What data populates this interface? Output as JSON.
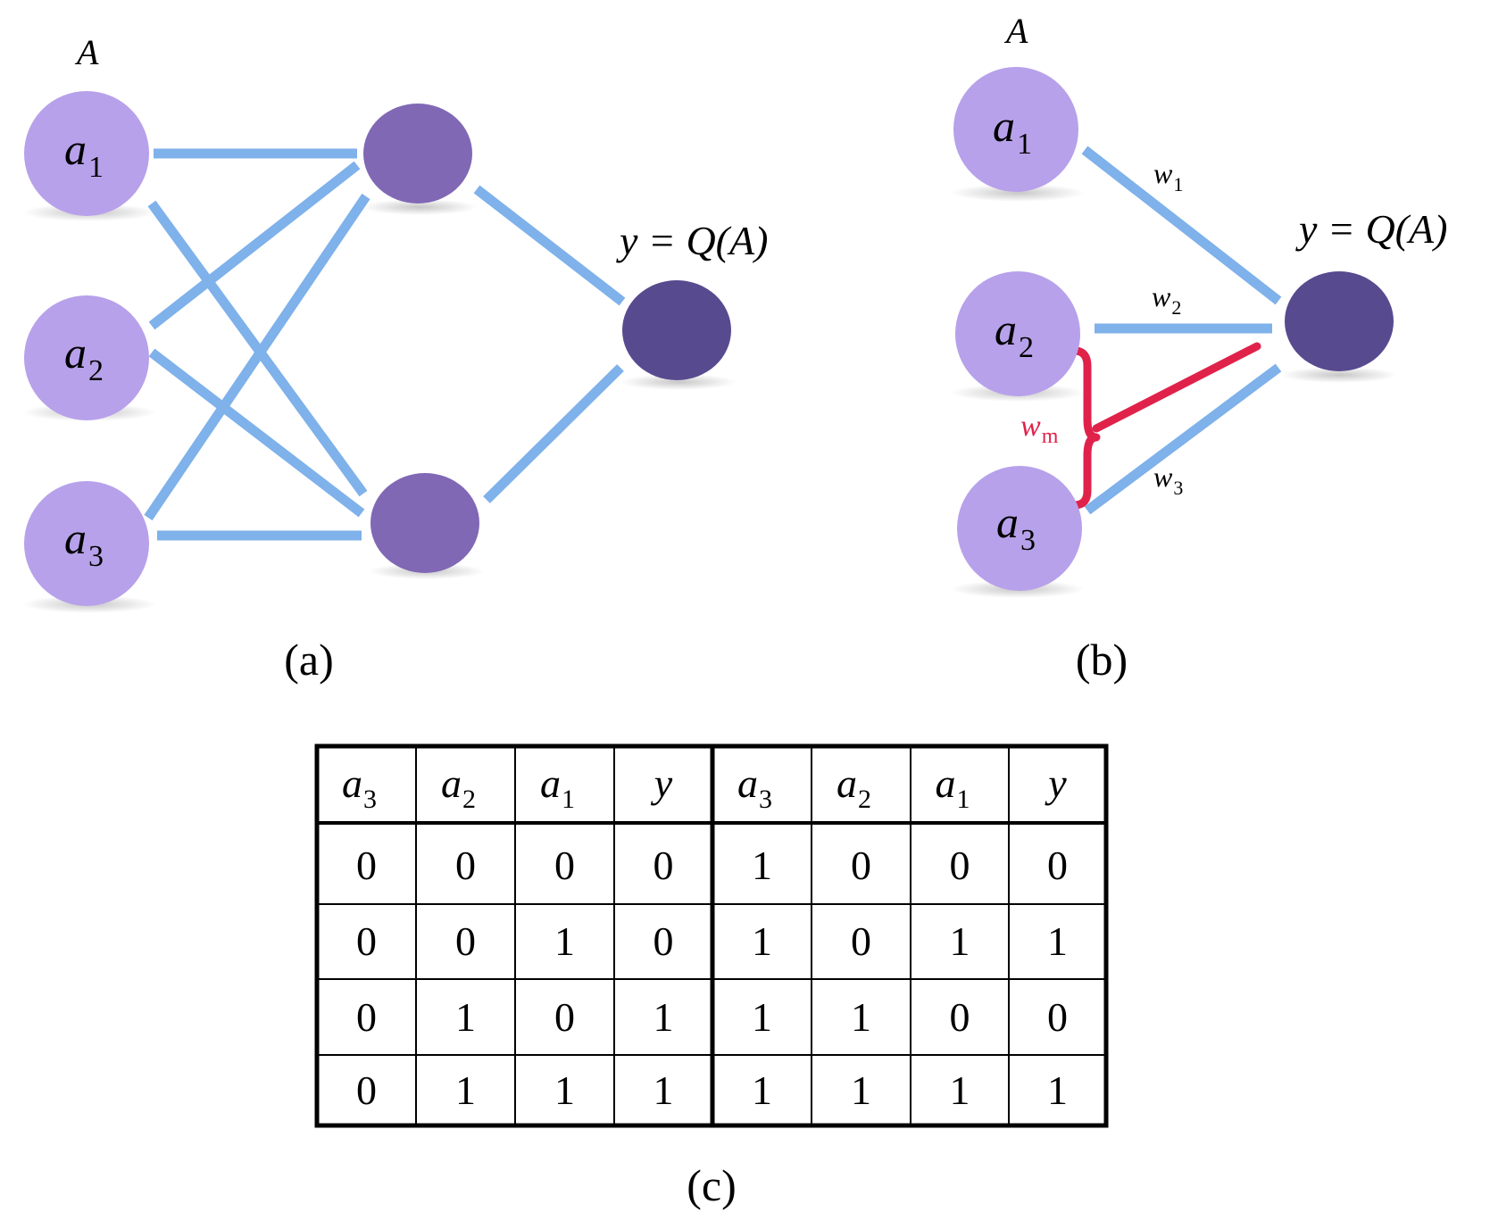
{
  "panel_a": {
    "set_label": "A",
    "inputs": [
      {
        "base": "a",
        "sub": "1"
      },
      {
        "base": "a",
        "sub": "2"
      },
      {
        "base": "a",
        "sub": "3"
      }
    ],
    "output_label": "y = Q(A)",
    "caption": "(a)"
  },
  "panel_b": {
    "set_label": "A",
    "inputs": [
      {
        "base": "a",
        "sub": "1"
      },
      {
        "base": "a",
        "sub": "2"
      },
      {
        "base": "a",
        "sub": "3"
      }
    ],
    "weights": [
      {
        "base": "w",
        "sub": "1"
      },
      {
        "base": "w",
        "sub": "2"
      },
      {
        "base": "w",
        "sub": "3"
      }
    ],
    "merged_weight": {
      "base": "w",
      "sub": "m"
    },
    "output_label": "y = Q(A)",
    "caption": "(b)"
  },
  "panel_c": {
    "headers": [
      {
        "base": "a",
        "sub": "3"
      },
      {
        "base": "a",
        "sub": "2"
      },
      {
        "base": "a",
        "sub": "1"
      },
      {
        "base": "y",
        "sub": ""
      },
      {
        "base": "a",
        "sub": "3"
      },
      {
        "base": "a",
        "sub": "2"
      },
      {
        "base": "a",
        "sub": "1"
      },
      {
        "base": "y",
        "sub": ""
      }
    ],
    "rows": [
      [
        "0",
        "0",
        "0",
        "0",
        "1",
        "0",
        "0",
        "0"
      ],
      [
        "0",
        "0",
        "1",
        "0",
        "1",
        "0",
        "1",
        "1"
      ],
      [
        "0",
        "1",
        "0",
        "1",
        "1",
        "1",
        "0",
        "0"
      ],
      [
        "0",
        "1",
        "1",
        "1",
        "1",
        "1",
        "1",
        "1"
      ]
    ],
    "caption": "(c)"
  },
  "colors": {
    "input_node": "#b7a1ea",
    "hidden_node": "#8068b5",
    "output_node": "#584a8f",
    "edge": "#7fb1ea",
    "merge": "#e0224a"
  }
}
